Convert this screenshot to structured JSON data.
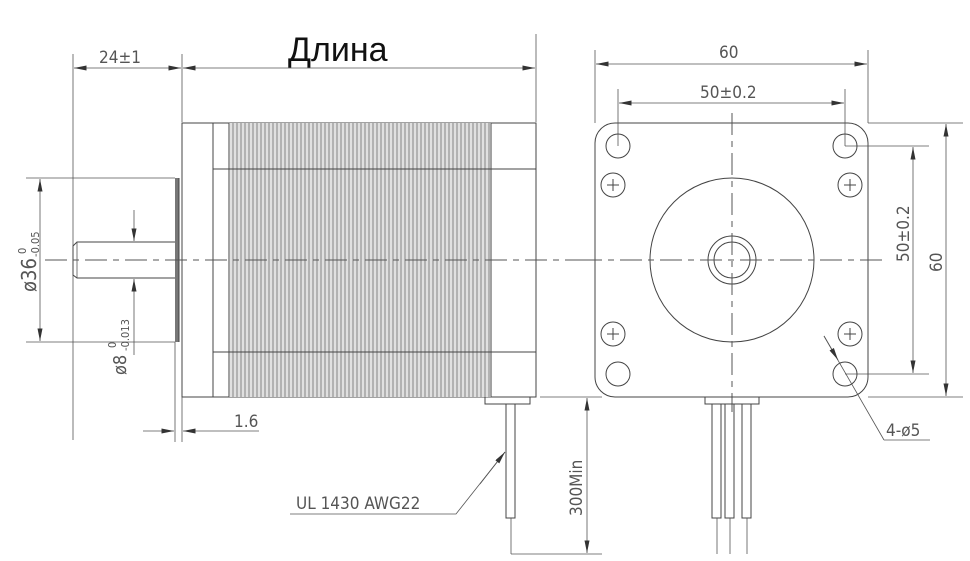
{
  "title": "Длина",
  "side_view": {
    "shaft_length": "24±1",
    "flange_thickness": "1.6",
    "pilot_diameter": {
      "base": "ø36",
      "upper_tol": "0",
      "lower_tol": "-0.05"
    },
    "shaft_diameter": {
      "base": "ø8",
      "upper_tol": "0",
      "lower_tol": "-0.013"
    },
    "wire_spec": "UL 1430 AWG22",
    "lead_length": "300Min"
  },
  "front_view": {
    "width": "60",
    "height": "60",
    "hole_spacing_h": "50±0.2",
    "hole_spacing_v": "50±0.2",
    "holes": "4-ø5"
  },
  "colors": {
    "line": "#444444",
    "text": "#555555",
    "title": "#111111"
  }
}
